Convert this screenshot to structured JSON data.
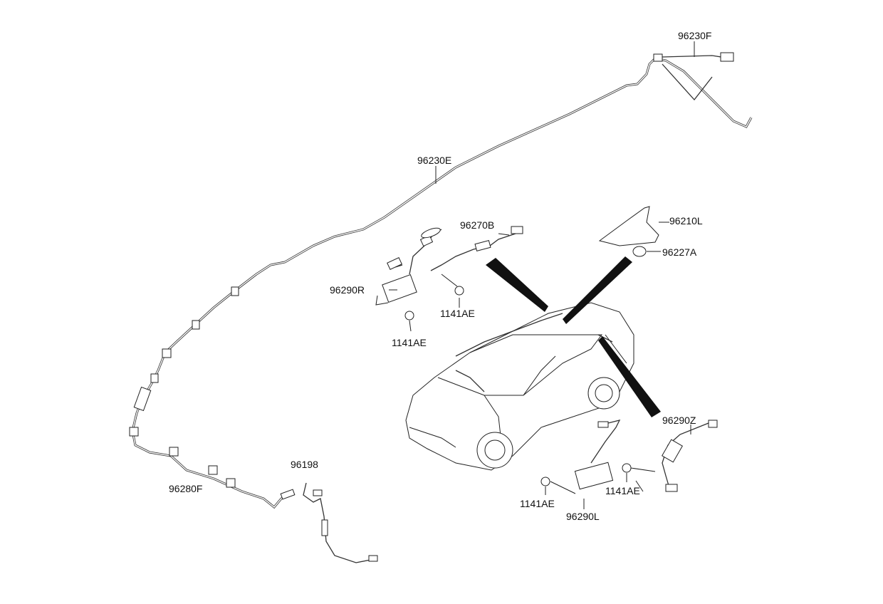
{
  "labels": {
    "p96230F": "96230F",
    "p96230E": "96230E",
    "p96270B": "96270B",
    "p96210L": "96210L",
    "p96227A": "96227A",
    "p96290R": "96290R",
    "p1141AE_a": "1141AE",
    "p1141AE_b": "1141AE",
    "p96290Z": "96290Z",
    "p1141AE_c": "1141AE",
    "p1141AE_d": "1141AE",
    "p96290L": "96290L",
    "p96198": "96198",
    "p96280F": "96280F"
  }
}
